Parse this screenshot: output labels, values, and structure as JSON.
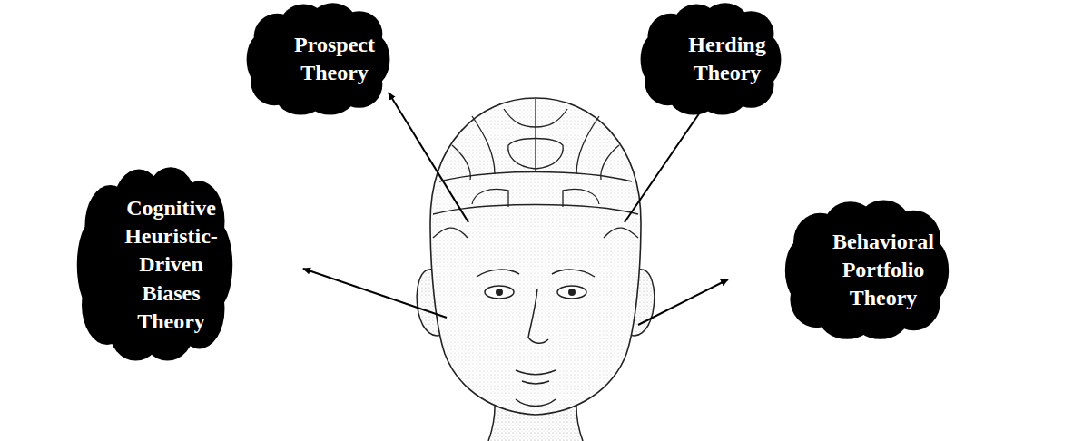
{
  "diagram": {
    "nodes": [
      {
        "text": [
          "Prospect Theory"
        ]
      },
      {
        "text": [
          "Herding Theory"
        ]
      },
      {
        "text": [
          "Cognitive Heuristic-Driven Biases Theory"
        ]
      },
      {
        "text": [
          "Behavioral Portfolio Theory"
        ]
      }
    ]
  }
}
